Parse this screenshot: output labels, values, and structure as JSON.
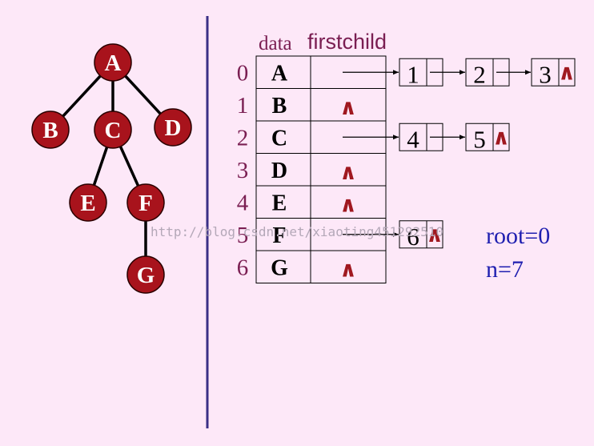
{
  "tree": {
    "nodes": [
      "A",
      "B",
      "C",
      "D",
      "E",
      "F",
      "G"
    ],
    "edges": [
      [
        "A",
        "B"
      ],
      [
        "A",
        "C"
      ],
      [
        "A",
        "D"
      ],
      [
        "C",
        "E"
      ],
      [
        "C",
        "F"
      ],
      [
        "F",
        "G"
      ]
    ]
  },
  "table": {
    "header_data": "data",
    "header_firstchild": "firstchild",
    "null_symbol": "∧",
    "rows": [
      {
        "index": "0",
        "data": "A",
        "children": [
          "1",
          "2",
          "3"
        ]
      },
      {
        "index": "1",
        "data": "B",
        "children": []
      },
      {
        "index": "2",
        "data": "C",
        "children": [
          "4",
          "5"
        ]
      },
      {
        "index": "3",
        "data": "D",
        "children": []
      },
      {
        "index": "4",
        "data": "E",
        "children": []
      },
      {
        "index": "5",
        "data": "F",
        "children": [
          "6"
        ]
      },
      {
        "index": "6",
        "data": "G",
        "children": []
      }
    ]
  },
  "info": {
    "root": "root=0",
    "n": "n=7"
  },
  "watermark": "http://blog.csdn.net/xiaoting451292510",
  "colors": {
    "background": "#fde8f8",
    "node_fill": "#a8131c",
    "divider": "#3a2f86",
    "index_text": "#7a1e52",
    "null_mark": "#a01820",
    "info_text": "#1f1fb0"
  }
}
